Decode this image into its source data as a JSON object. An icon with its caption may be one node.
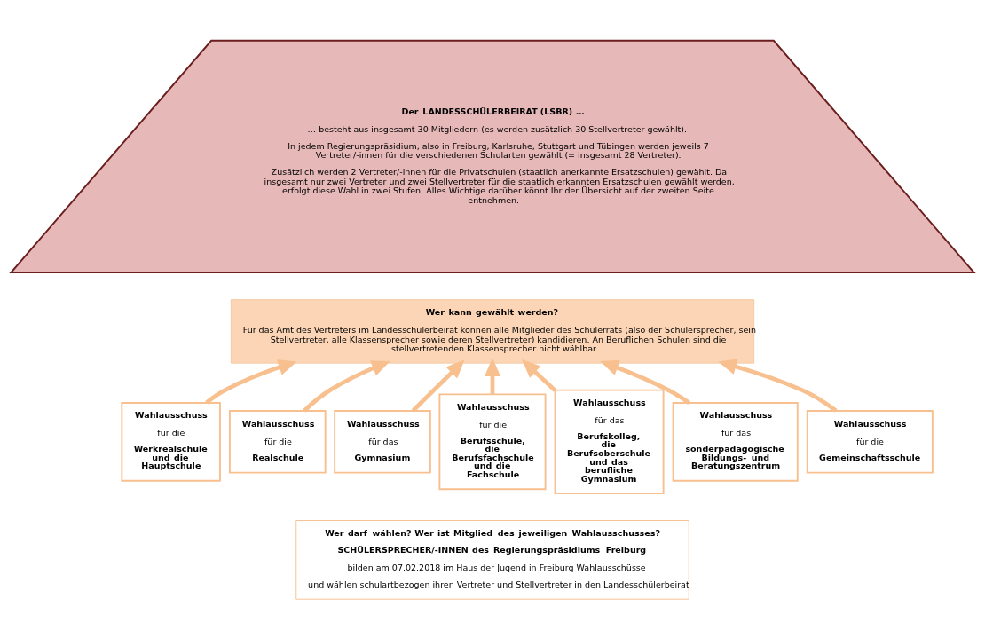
{
  "diagram": {
    "nodes": [
      {
        "text": [
          "Der LANDESSCHÜLERBEIRAT (LSBR) …",
          "… besteht aus insgesamt 30 Mitgliedern (es werden zusätzlich 30 Stellvertreter gewählt).",
          "In jedem Regierungspräsidium, also in Freiburg, Karlsruhe, Stuttgart und Tübingen werden jeweils 7 Vertreter/-innen für die verschiedenen Schularten gewählt (= insgesamt 28 Vertreter).",
          "Zusätzlich werden 2 Vertreter/-innen für die Privatschulen (staatlich anerkannte Ersatzschulen) gewählt. Da insgesamt nur zwei Vertreter und zwei Stellvertreter für die staatlich erkannten Ersatzschulen gewählt werden, erfolgt diese Wahl in zwei Stufen. Alles Wichtige darüber könnt Ihr der Übersicht auf der zweiten Seite entnehmen."
        ]
      },
      {
        "text": [
          "Wer kann gewählt werden?",
          "Für das Amt des Vertreters im Landesschülerbeirat können alle Mitglieder des Schülerrats (also der Schülersprecher, sein Stellvertreter, alle Klassensprecher sowie deren Stellvertreter) kandidieren. An Beruflichen Schulen sind die stellvertretenden Klassensprecher nicht wählbar."
        ]
      },
      {
        "text": [
          "Wahlausschuss",
          "für die",
          "Werkrealschule und die Hauptschule"
        ]
      },
      {
        "text": [
          "Wahlausschuss",
          "für die",
          "Realschule"
        ]
      },
      {
        "text": [
          "Wahlausschuss",
          "für das",
          "Gymnasium"
        ]
      },
      {
        "text": [
          "Wahlausschuss",
          "für die",
          "Berufsschule, die Berufsfachschule und die Fachschule"
        ]
      },
      {
        "text": [
          "Wahlausschuss",
          "für das",
          "Berufskolleg, die Berufsoberschule und das berufliche Gymnasium"
        ]
      },
      {
        "text": [
          "Wahlausschuss",
          "für das",
          "sonderpädagogische Bildungs- und Beratungszentrum"
        ]
      },
      {
        "text": [
          "Wahlausschuss",
          "für die",
          "Gemeinschaftsschule"
        ]
      },
      {
        "text": [
          "Wer darf wählen? Wer ist Mitglied des jeweiligen Wahlausschusses?",
          "SCHÜLERSPRECHER/-INNEN des Regierungspräsidiums Freiburg",
          "bilden am 07.02.2018 im Haus der Jugend in Freiburg Wahlausschüsse",
          "und wählen schulartbezogen ihren Vertreter und Stellvertreter in den Landesschülerbeirat"
        ]
      }
    ],
    "edges": [
      {
        "from": 2,
        "to": 1,
        "arrow": "to"
      },
      {
        "from": 3,
        "to": 1,
        "arrow": "to"
      },
      {
        "from": 4,
        "to": 1,
        "arrow": "to"
      },
      {
        "from": 5,
        "to": 1,
        "arrow": "to"
      },
      {
        "from": 6,
        "to": 1,
        "arrow": "to"
      },
      {
        "from": 7,
        "to": 1,
        "arrow": "to"
      },
      {
        "from": 8,
        "to": 1,
        "arrow": "to"
      }
    ]
  }
}
